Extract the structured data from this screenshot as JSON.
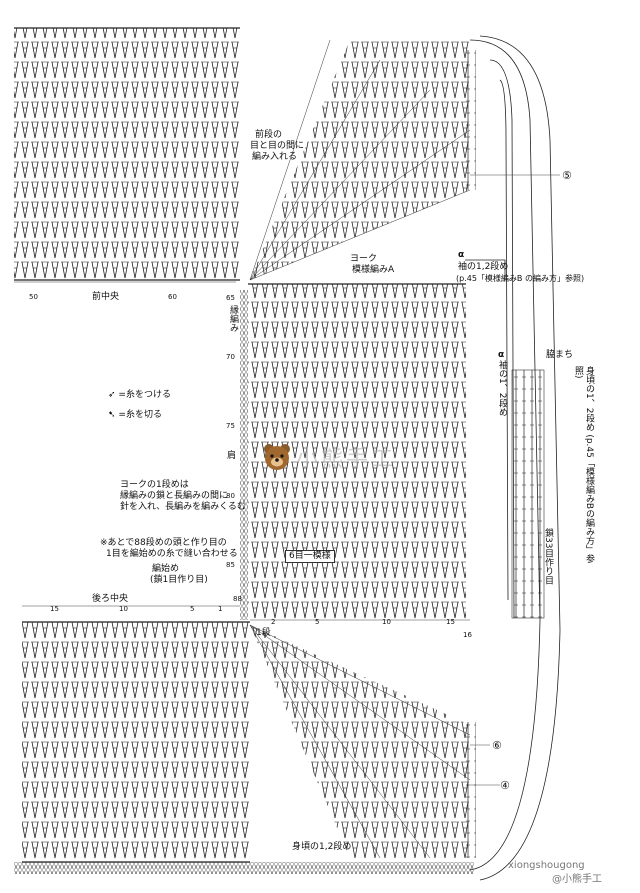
{
  "labels": {
    "front_center": "前中央",
    "back_center": "後ろ中央",
    "yoke_1": "ヨーク",
    "yoke_2": "模様編みA",
    "edge_stitch": "縁編み",
    "shoulder": "肩",
    "six_st_repeat": "6目一模様",
    "maeban_note_1": "前段の",
    "maeban_note_2": "目と目の間に",
    "maeban_note_3": "編み入れる",
    "yoke_row1_1": "ヨークの1段めは",
    "yoke_row1_2": "縁編みの鎖と長編みの間に",
    "yoke_row1_3": "針を入れ、長編みを編みくるむ",
    "seam_note_1": "※あとで88段めの頭と作り目の",
    "seam_note_2": "1目を編始めの糸で縫い合わせる",
    "start_1": "編始め",
    "start_2": "(鎖1目作り目)",
    "sleeve_12_a": "袖の1,2段め",
    "sleeve_12_b": "(p.45「模様編みB の編み方」参照)",
    "sleeve_12_vert": "袖の1、2段め",
    "underarm": "脇まち",
    "chain33": "鎖33目作り目",
    "body_12_vert": "身頃の1、2段め (p.45「模様編みBの編み方」参照)",
    "body_12_bottom": "身頃の1,2段め",
    "row1": "1段",
    "alpha": "α",
    "legend_attach": "=糸をつける",
    "legend_cut": "=糸を切る",
    "watermark": "小熊手工",
    "wm_site": "xiongshougong",
    "wm_weibo": "@小熊手工"
  },
  "circled": [
    "⑤",
    "⑥",
    "④"
  ],
  "top_numbers": [
    "50",
    "60"
  ],
  "back_numbers": [
    "15",
    "10",
    "5",
    "1"
  ],
  "row_numbers": [
    "65",
    "70",
    "75",
    "80",
    "85",
    "88"
  ],
  "bottom_numbers": [
    "2",
    "5",
    "10",
    "15",
    "16"
  ],
  "colors": {
    "ink": "#111111",
    "paper": "#ffffff"
  }
}
